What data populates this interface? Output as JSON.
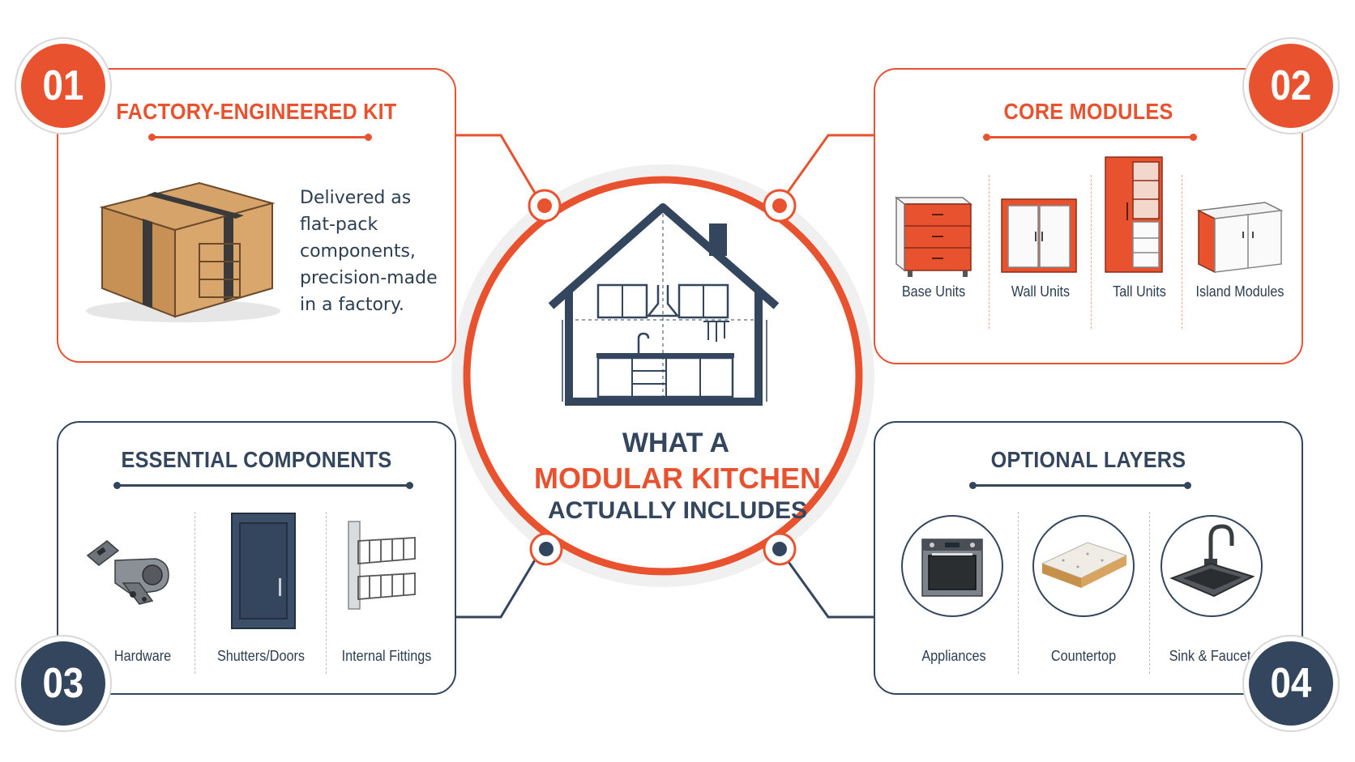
{
  "center": {
    "line1": "WHAT A",
    "line2": "MODULAR KITCHEN",
    "line3": "ACTUALLY INCLUDES"
  },
  "cards": [
    {
      "number": "01",
      "title": "FACTORY-ENGINEERED KIT",
      "description": [
        "Delivered as",
        "flat-pack",
        "components,",
        "precision-made",
        "in a factory."
      ],
      "icon": "cardboard-box-icon"
    },
    {
      "number": "02",
      "title": "CORE MODULES",
      "items": [
        "Base Units",
        "Wall Units",
        "Tall Units",
        "Island Modules"
      ]
    },
    {
      "number": "03",
      "title": "ESSENTIAL COMPONENTS",
      "items": [
        "Hardware",
        "Shutters/Doors",
        "Internal Fittings"
      ]
    },
    {
      "number": "04",
      "title": "OPTIONAL LAYERS",
      "items": [
        "Appliances",
        "Countertop",
        "Sink & Faucet"
      ]
    }
  ],
  "colors": {
    "accent": "#e8522f",
    "navy": "#33465d"
  }
}
